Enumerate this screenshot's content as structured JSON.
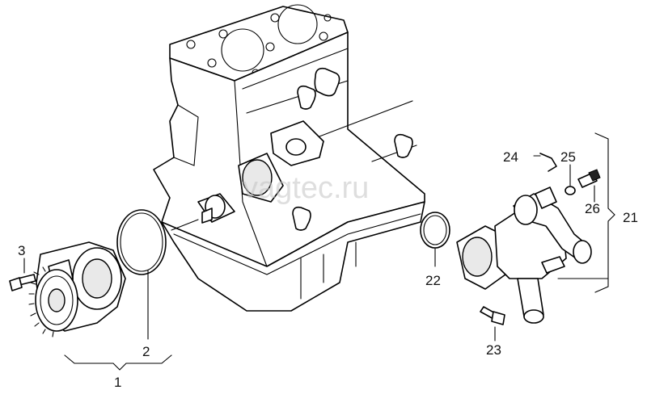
{
  "watermark": "vagtec.ru",
  "callouts": {
    "c1": "1",
    "c2": "2",
    "c3": "3",
    "c21": "21",
    "c22": "22",
    "c23": "23",
    "c24": "24",
    "c25": "25",
    "c26": "26"
  }
}
